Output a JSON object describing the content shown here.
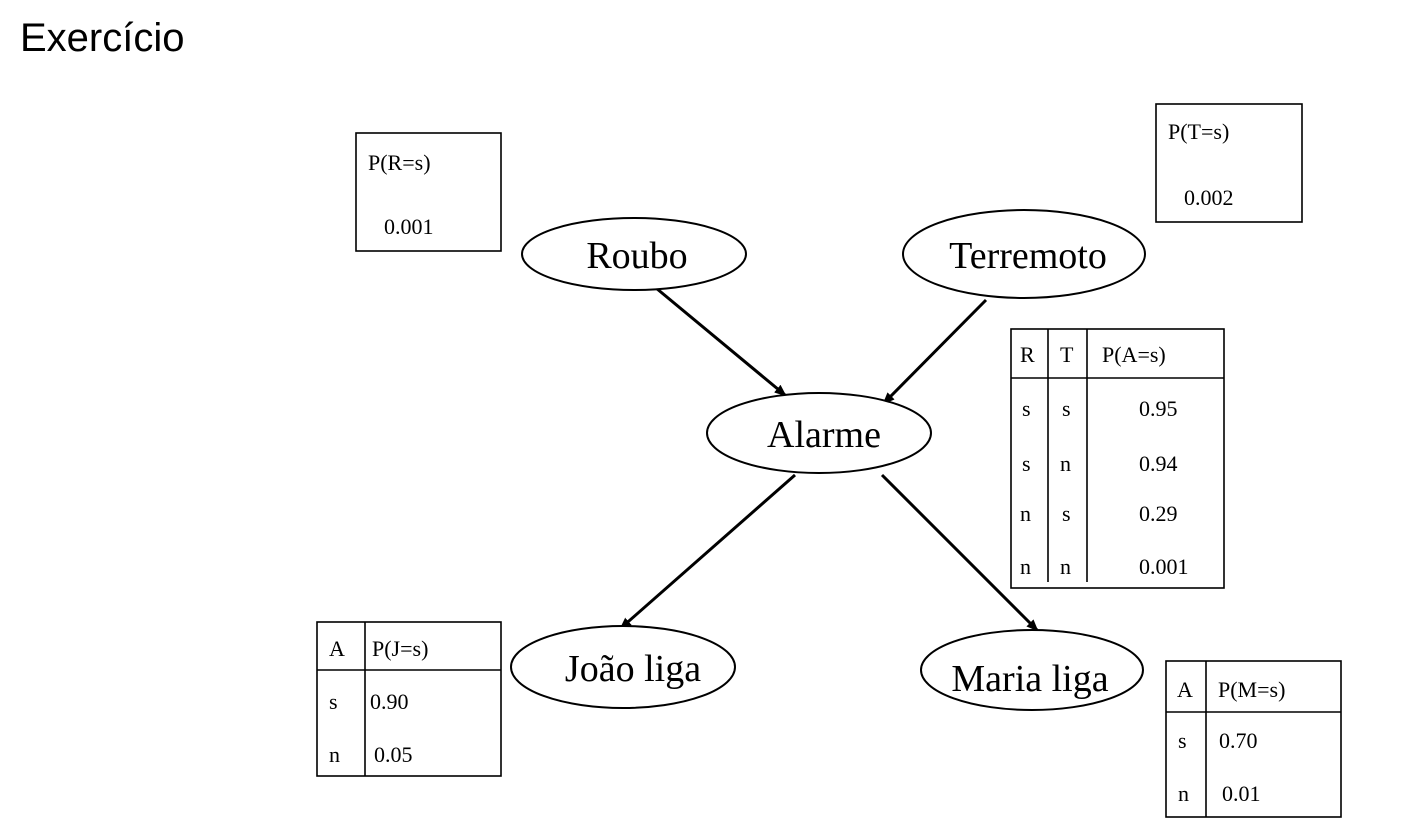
{
  "title": "Exercício",
  "nodes": {
    "roubo": "Roubo",
    "terremoto": "Terremoto",
    "alarme": "Alarme",
    "joao": "João liga",
    "maria": "Maria liga"
  },
  "cpt_r": {
    "header": "P(R=s)",
    "value": "0.001"
  },
  "cpt_t": {
    "header": "P(T=s)",
    "value": "0.002"
  },
  "cpt_a": {
    "headers": [
      "R",
      "T",
      "P(A=s)"
    ],
    "rows": [
      [
        "s",
        "s",
        "0.95"
      ],
      [
        "s",
        "n",
        "0.94"
      ],
      [
        "n",
        "s",
        "0.29"
      ],
      [
        "n",
        "n",
        "0.001"
      ]
    ]
  },
  "cpt_j": {
    "headers": [
      "A",
      "P(J=s)"
    ],
    "rows": [
      [
        "s",
        "0.90"
      ],
      [
        "n",
        "0.05"
      ]
    ]
  },
  "cpt_m": {
    "headers": [
      "A",
      "P(M=s)"
    ],
    "rows": [
      [
        "s",
        "0.70"
      ],
      [
        "n",
        "0.01"
      ]
    ]
  }
}
